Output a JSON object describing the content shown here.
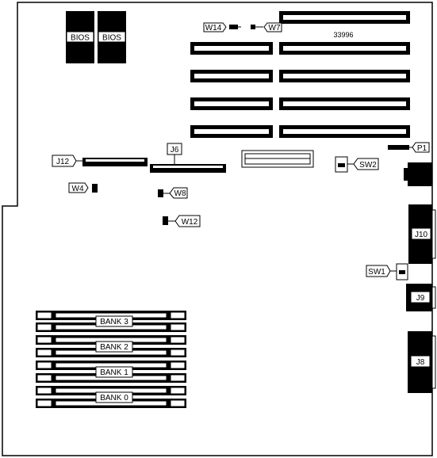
{
  "board_id": "33996",
  "bios_chips": [
    "BIOS",
    "BIOS"
  ],
  "jumpers": {
    "w14": "W14",
    "w7": "W7",
    "w4": "W4",
    "w8": "W8",
    "w12": "W12"
  },
  "connectors": {
    "j12": "J12",
    "j6": "J6",
    "p1": "P1",
    "j10": "J10",
    "j9": "J9",
    "j8": "J8"
  },
  "switches": {
    "sw1": "SW1",
    "sw2": "SW2"
  },
  "memory_banks": [
    "BANK 3",
    "BANK 2",
    "BANK 1",
    "BANK 0"
  ],
  "colors": {
    "ink": "#000000",
    "paper": "#ffffff"
  }
}
